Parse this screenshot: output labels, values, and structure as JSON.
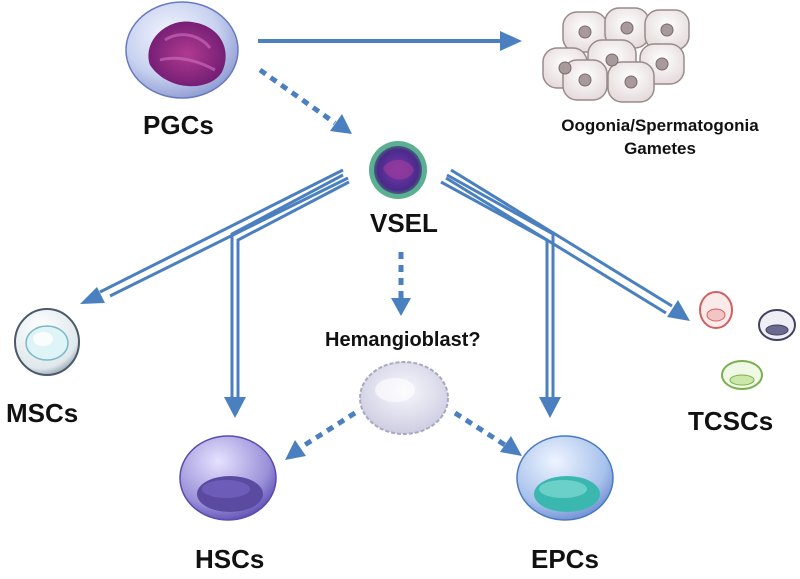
{
  "labels": {
    "pgcs": "PGCs",
    "gametes_line1": "Oogonia/Spermatogonia",
    "gametes_line2": "Gametes",
    "vsel": "VSEL",
    "hemangioblast": "Hemangioblast?",
    "mscs": "MSCs",
    "hscs": "HSCs",
    "epcs": "EPCs",
    "tcscs": "TCSCs"
  },
  "colors": {
    "arrow": "#4a7fc0",
    "pgc_nucleus": "#8a2a7a",
    "vsel_rim": "#3a9a6a",
    "hsc_nucleus": "#5a4aa0",
    "epc_nucleus": "#3ab8b0",
    "tcsc_red": "#d06060",
    "tcsc_dark": "#404060",
    "tcsc_green": "#7ab050"
  }
}
